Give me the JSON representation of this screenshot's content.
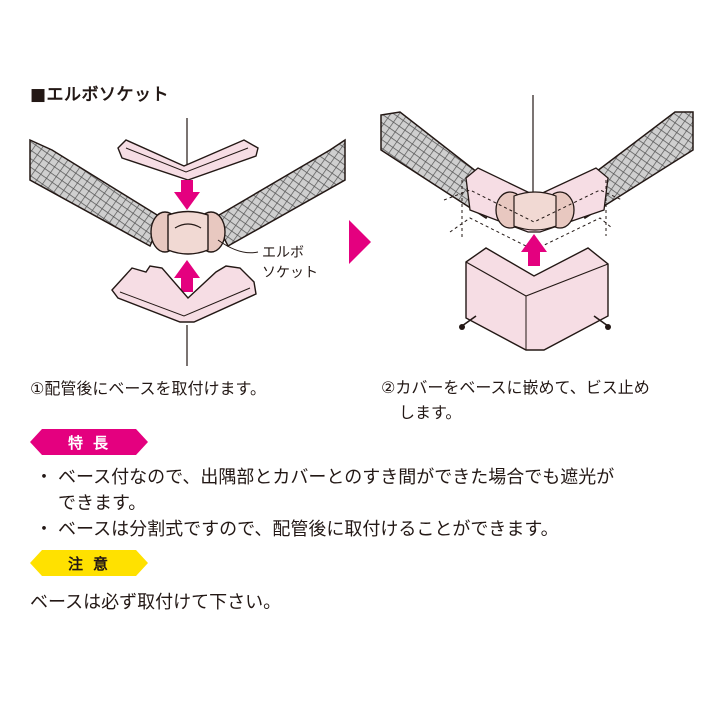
{
  "heading": "■エルボソケット",
  "callout_label_line1": "エルボ",
  "callout_label_line2": "ソケット",
  "step1": "①配管後にベースを取付けます。",
  "step2_line1": "②カバーをベースに嵌めて、ビス止め",
  "step2_line2": "します。",
  "features_badge": "特長",
  "features": [
    "ベース付なので、出隅部とカバーとのすき間ができた場合でも遮光が",
    "できます。",
    "ベースは分割式ですので、配管後に取付けることができます。"
  ],
  "caution_badge": "注意",
  "caution_text": "ベースは必ず取付けて下さい。",
  "colors": {
    "magenta": "#e4007f",
    "yellow": "#ffe100",
    "part_pink": "#f6dde4",
    "outline": "#231815"
  }
}
